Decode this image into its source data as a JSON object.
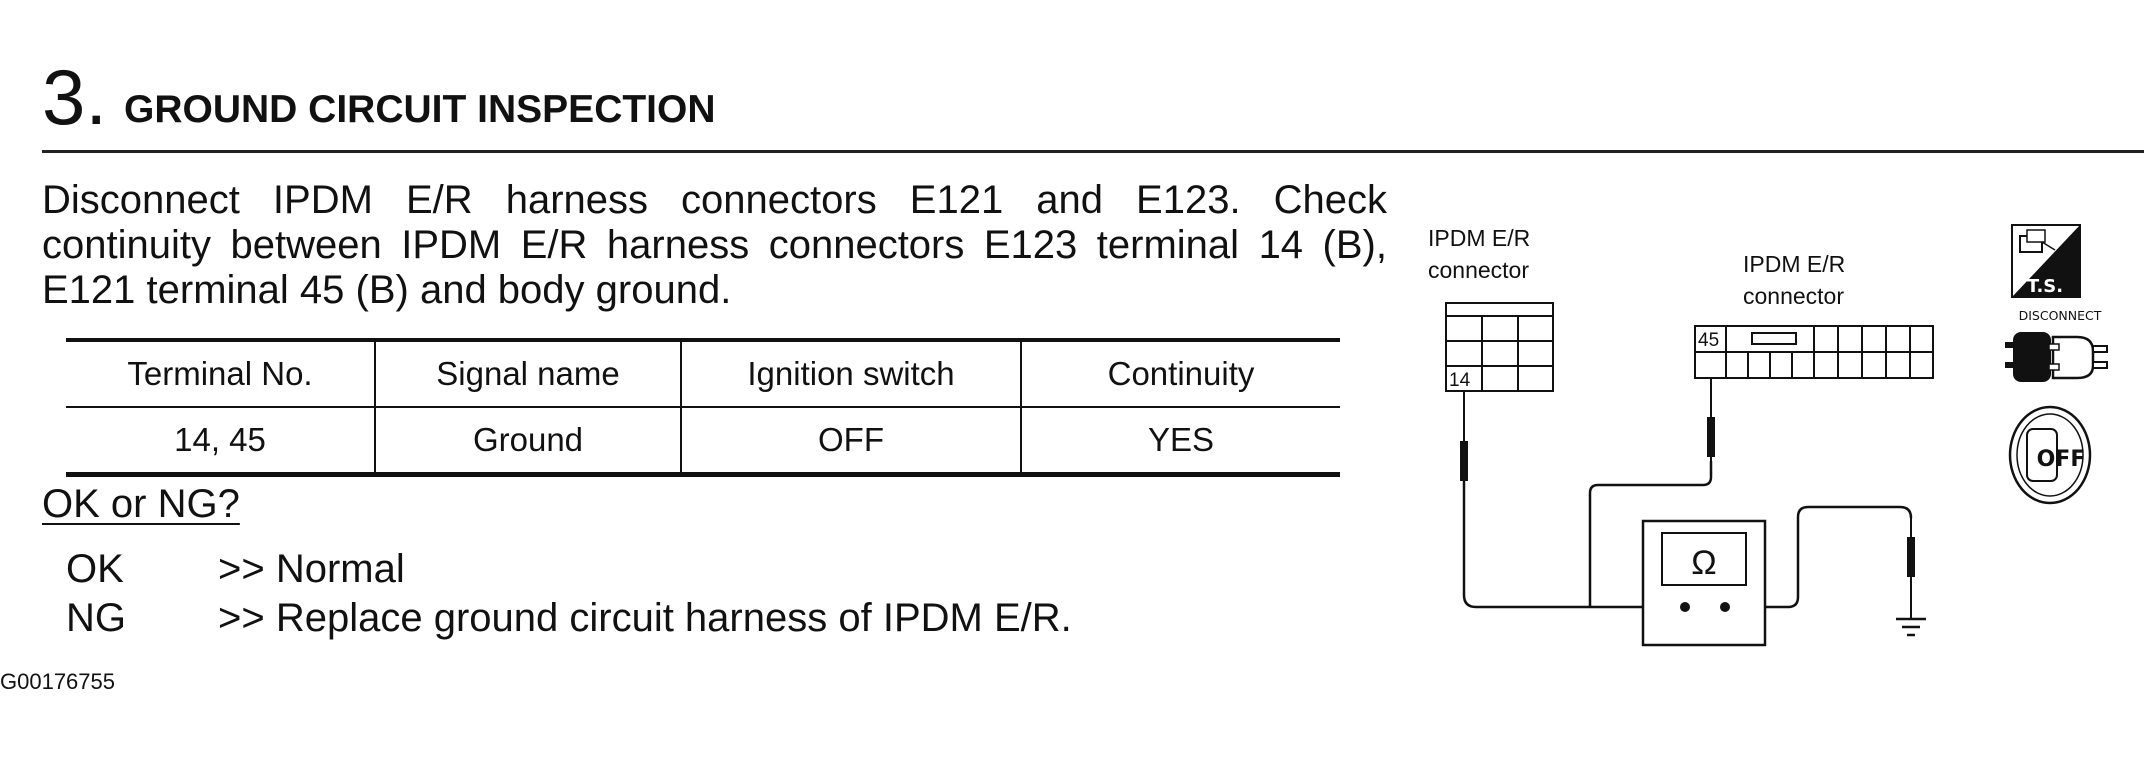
{
  "step": {
    "number": "3.",
    "title": "GROUND CIRCUIT INSPECTION"
  },
  "instruction": "Disconnect IPDM E/R harness connectors E121 and E123. Check continuity between IPDM E/R harness connectors E123 terminal 14 (B), E121 terminal 45 (B) and body ground.",
  "table": {
    "headers": [
      "Terminal No.",
      "Signal name",
      "Ignition switch",
      "Continuity"
    ],
    "rows": [
      [
        "14, 45",
        "Ground",
        "OFF",
        "YES"
      ]
    ]
  },
  "question": "OK or NG?",
  "results": {
    "ok": {
      "key": "OK",
      "text": ">> Normal"
    },
    "ng": {
      "key": "NG",
      "text": ">> Replace ground circuit harness of IPDM E/R."
    }
  },
  "diagram": {
    "left_connector": {
      "label_line1": "IPDM E/R",
      "label_line2": "connector",
      "terminal": "14"
    },
    "right_connector": {
      "label_line1": "IPDM E/R",
      "label_line2": "connector",
      "terminal": "45"
    },
    "meter_symbol": "Ω"
  },
  "icons": {
    "ts": {
      "name": "ts-icon",
      "text": "T.S."
    },
    "disconnect": {
      "name": "disconnect-icon",
      "text": "DISCONNECT"
    },
    "ignition_off": {
      "name": "ignition-off-icon",
      "text": "OFF"
    }
  },
  "figure_id": "G00176755"
}
